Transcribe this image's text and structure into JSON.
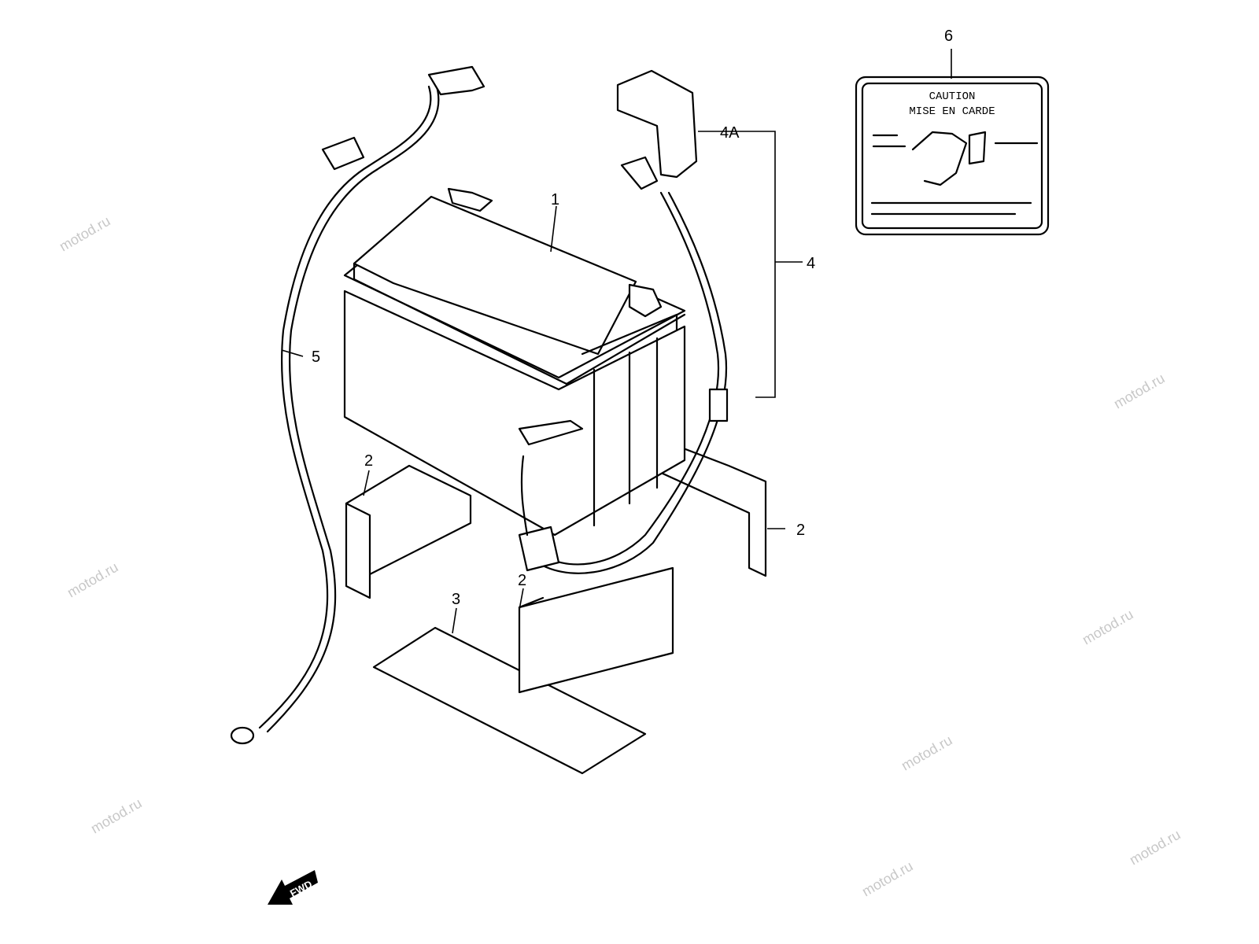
{
  "watermark": "motod.ru",
  "callouts": {
    "battery": "1",
    "spacer_left": "2",
    "spacer_right": "2",
    "spacer_front": "2",
    "pad": "3",
    "positive_lead": "4",
    "terminal_cover": "4A",
    "negative_lead": "5",
    "caution_label": "6"
  },
  "caution_label": {
    "line1": "CAUTION",
    "line2": "MISE EN CARDE"
  },
  "fwd_arrow": "FWD"
}
